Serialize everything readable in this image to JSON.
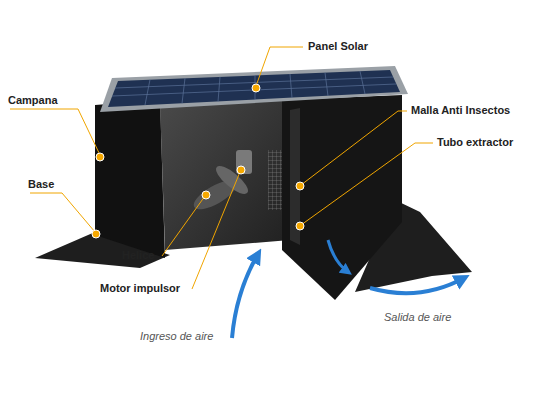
{
  "diagram": {
    "labels": [
      "Panel Solar",
      "Campana",
      "Malla Anti Insectos",
      "Tubo extractor",
      "Base",
      "Helice",
      "Motor impulsor",
      "Ingreso de aire",
      "Salida de aire"
    ]
  }
}
